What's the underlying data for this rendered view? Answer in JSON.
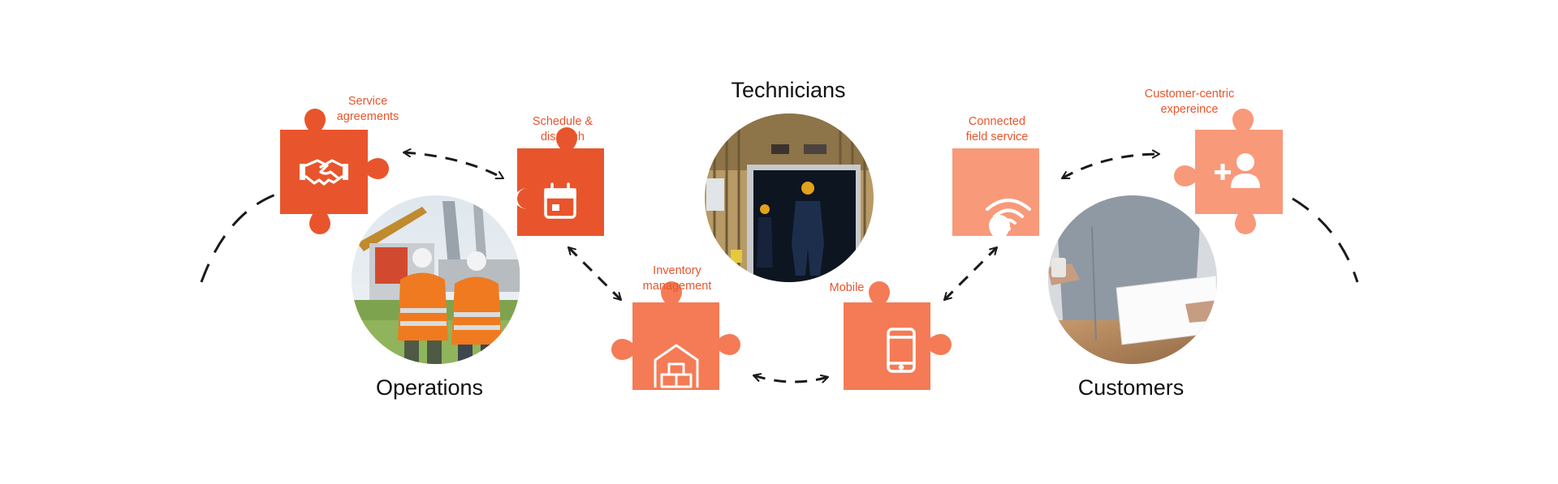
{
  "groups": {
    "operations": "Operations",
    "technicians": "Technicians",
    "customers": "Customers"
  },
  "features": {
    "service_agreements": {
      "line1": "Service",
      "line2": "agreements",
      "icon": "handshake-icon"
    },
    "schedule_dispatch": {
      "line1": "Schedule &",
      "line2": "dispatch",
      "icon": "calendar-icon"
    },
    "inventory_management": {
      "line1": "Inventory",
      "line2": "management",
      "icon": "warehouse-boxes-icon"
    },
    "mobile": {
      "line1": "Mobile",
      "icon": "smartphone-icon"
    },
    "connected_field_service": {
      "line1": "Connected",
      "line2": "field service",
      "icon": "wifi-icon"
    },
    "customer_centric_experience": {
      "line1": "Customer-centric",
      "line2": "expereince",
      "icon": "add-user-icon"
    }
  },
  "photos": {
    "operations": "operations-workers-photo",
    "technicians": "technicians-doorway-photo",
    "customers": "customer-document-photo"
  },
  "colors": {
    "piece_dark": "#e8552c",
    "piece_mid": "#f47b55",
    "piece_light": "#f8997a",
    "label": "#e8552c",
    "heading": "#111111",
    "arrow": "#1a1a1a"
  }
}
